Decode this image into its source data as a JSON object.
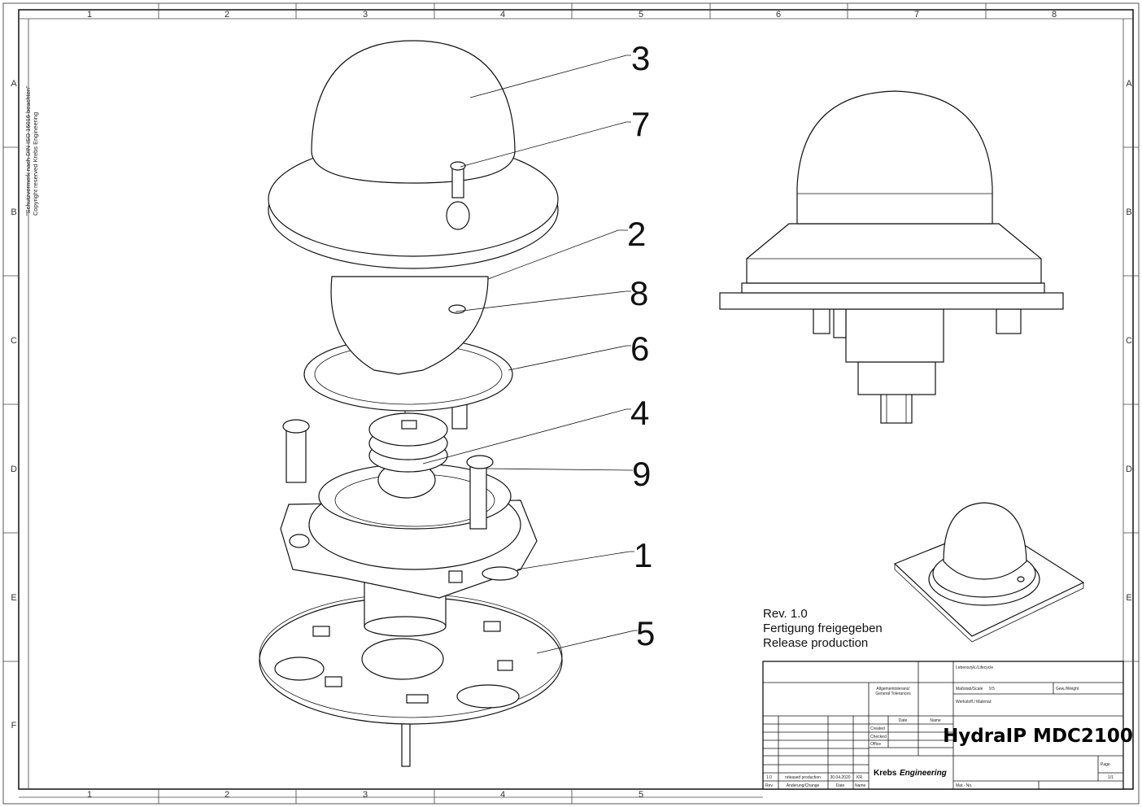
{
  "frame": {
    "columns": [
      "1",
      "2",
      "3",
      "4",
      "5",
      "6",
      "7",
      "8"
    ],
    "bottom_columns": [
      "1",
      "2",
      "3",
      "4",
      "5"
    ],
    "rows": [
      "A",
      "B",
      "C",
      "D",
      "E",
      "F"
    ]
  },
  "copyright": {
    "line1": "\"Schutzvermerk nach DIN ISO 16016 beachten\"",
    "line2": "Copyright reserved Krebs Engineering"
  },
  "callouts": [
    "3",
    "7",
    "2",
    "8",
    "6",
    "4",
    "9",
    "1",
    "5"
  ],
  "revision_note": {
    "line1": "Rev. 1.0",
    "line2": "Fertigung freigegeben",
    "line3": "Release production"
  },
  "title_block": {
    "lifecycle_label": "Lebenszyk./Lifecycle",
    "tolerances_label_1": "Allgemeintoleranz/",
    "tolerances_label_2": "General Tolerances",
    "scale_label": "Maßstab/Scale",
    "scale_value": "9:5",
    "weight_label": "Gew./Weight",
    "material_label": "Werkstoff./ Material:",
    "date_header": "Date",
    "name_header": "Name",
    "created_label": "Created",
    "checked_label": "Checked",
    "office_label": "Office",
    "company_1": "Krebs",
    "company_2": "Engineering",
    "title": "HydraIP MDC2100",
    "page_label": "Page",
    "page_value": "1/1",
    "mat_no_label": "Mat.- No.",
    "revision": {
      "rev": "1.0",
      "change": "released production",
      "date": "30.04.2020",
      "name": "KR"
    },
    "rev_header": {
      "rev": "Rev.",
      "change": "Änderung/Change",
      "date": "Date",
      "name": "Name"
    }
  }
}
